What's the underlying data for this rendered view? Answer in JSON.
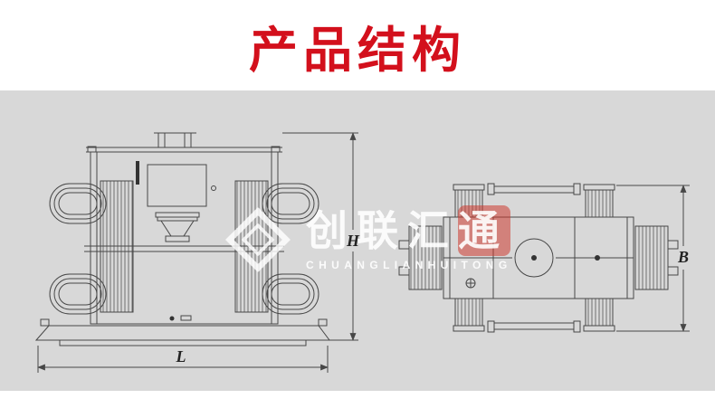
{
  "header": {
    "title": "产品结构"
  },
  "watermark": {
    "cn": "创联汇通",
    "en": "CHUANGLIANHUITONG"
  },
  "drawing": {
    "dim_length_label": "L",
    "dim_height_label": "H",
    "dim_width_label": "B"
  },
  "colors": {
    "title_red": "#d3101c",
    "canvas_gray": "#d8d8d8",
    "line_gray": "#474747",
    "watermark_white": "rgba(255,255,255,0.9)",
    "seal_red": "#ce3b30"
  }
}
